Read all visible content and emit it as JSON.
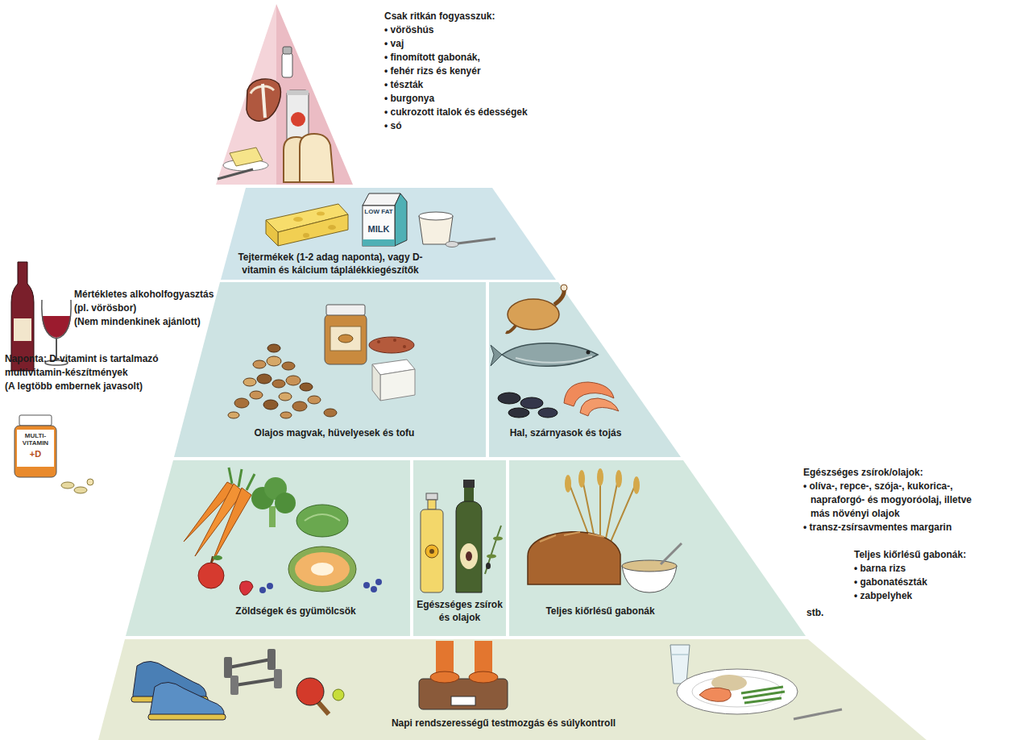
{
  "diagram": {
    "nodes": [
      {
        "text": [
          "Tejtermékek (1-2 adag naponta), vagy D-vitamin és kálcium táplálékkiegészítők"
        ]
      },
      {
        "text": [
          "Olajos magvak, hüvelyesek és tofu"
        ]
      },
      {
        "text": [
          "Hal, szárnyasok és tojás"
        ]
      },
      {
        "text": [
          "Zöldségek és gyümölcsök"
        ]
      },
      {
        "text": [
          "Egészséges zsírok és olajok"
        ]
      },
      {
        "text": [
          "Teljes kiőrlésű gabonák"
        ]
      },
      {
        "text": [
          "Napi rendszerességű testmozgás és súlykontroll"
        ]
      }
    ],
    "labels": [
      "Csak ritkán fogyasszuk:",
      "• vöröshús",
      "• vaj",
      "• finomított gabonák,",
      "• fehér rizs és kenyér",
      "• tészták",
      "• burgonya",
      "• cukrozott italok és édességek",
      "• só",
      "LOW FAT",
      "MILK",
      "Mértékletes alkoholfogyasztás (pl. vörösbor)",
      "(Nem mindenkinek ajánlott)",
      "Naponta: D-vitamint is tartalmazó multivitamin-készítmények",
      "(A legtöbb embernek javasolt)",
      "MULTI-VITAMIN",
      "+D",
      "Egészséges zsírok/olajok:",
      "• olíva-, repce-, szója-, kukorica-, napraforgó- és mogyoróolaj, illetve más növényi olajok",
      "• transz-zsírsavmentes margarin",
      "Teljes kiőrlésű gabonák:",
      "• barna rizs",
      "• gabonatészták",
      "• zabpelyhek",
      "stb."
    ]
  }
}
